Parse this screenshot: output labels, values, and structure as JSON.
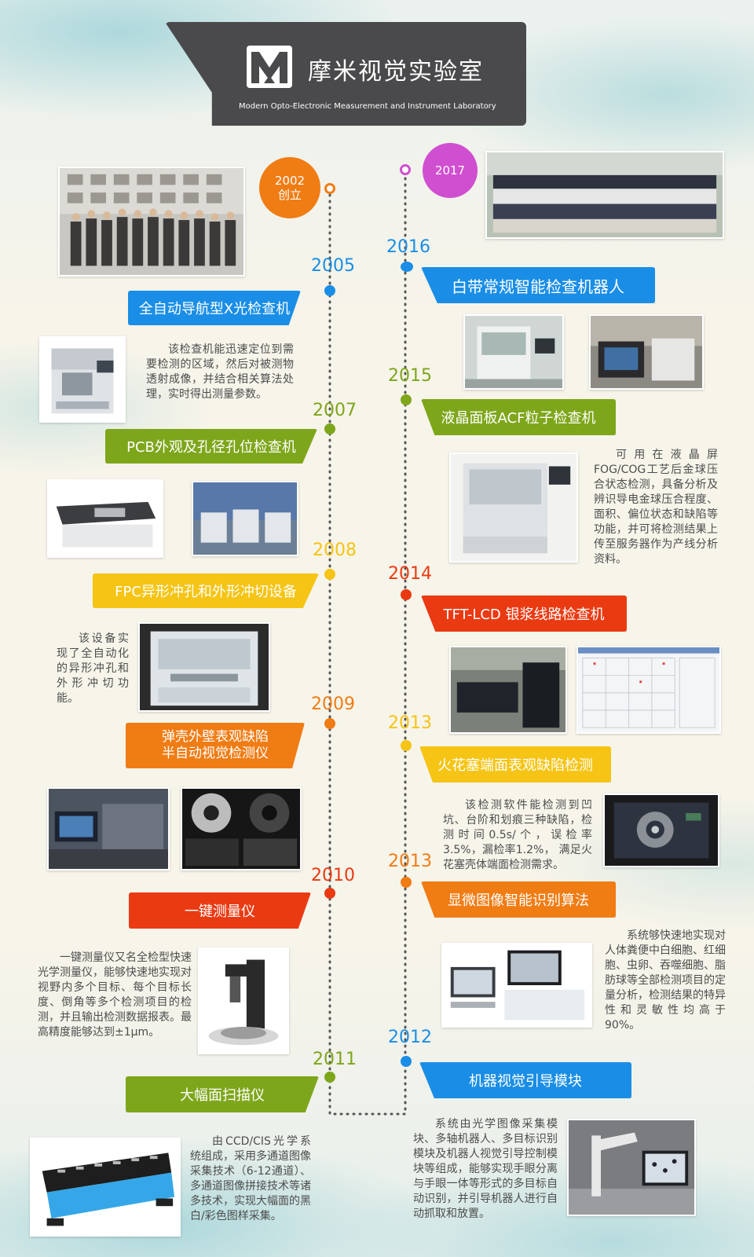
{
  "header": {
    "title": "摩米视觉实验室",
    "subtitle": "Modern Opto-Electronic Measurement and Instrument Laboratory"
  },
  "colors": {
    "blue": "#1a8ee6",
    "olive": "#7ea61b",
    "yellow": "#f5c414",
    "orange": "#f07c14",
    "red": "#ea3a12",
    "magenta": "#d04fd0"
  },
  "milestones": {
    "founded": {
      "year": "2002",
      "label": "创立"
    },
    "y2017": {
      "year": "2017"
    },
    "y2005": {
      "year": "2005",
      "title": "全自动导航型X光检查机",
      "desc": "该检查机能迅速定位到需要检测的区域，然后对被测物透射成像，并结合相关算法处理，实时得出测量参数。"
    },
    "y2007": {
      "year": "2007",
      "title": "PCB外观及孔径孔位检查机"
    },
    "y2008": {
      "year": "2008",
      "title": "FPC异形冲孔和外形冲切设备",
      "desc": "该设备实现了全自动化的异形冲孔和外形冲切功能。"
    },
    "y2009": {
      "year": "2009",
      "title_line1": "弹壳外壁表观缺陷",
      "title_line2": "半自动视觉检测仪"
    },
    "y2010": {
      "year": "2010",
      "title": "一键测量仪",
      "desc": "一键测量仪又名全检型快速光学测量仪，能够快速地实现对视野内多个目标、每个目标长度、倒角等多个检测项目的检测，并且输出检测数据报表。最高精度能够达到±1μm。"
    },
    "y2011": {
      "year": "2011",
      "title": "大幅面扫描仪",
      "desc": "由CCD/CIS光学系统组成，采用多通道图像采集技术（6-12通道）、多通道图像拼接技术等诸多技术，实现大幅面的黑白/彩色图样采集。"
    },
    "y2016": {
      "year": "2016",
      "title": "白带常规智能检查机器人"
    },
    "y2015": {
      "year": "2015",
      "title": "液晶面板ACF粒子检查机",
      "desc": "可用在液晶屏FOG/COG工艺后金球压合状态检测，具备分析及辨识导电金球压合程度、面积、偏位状态和缺陷等功能，并可将检测结果上传至服务器作为产线分析资料。"
    },
    "y2014": {
      "year": "2014",
      "title": "TFT-LCD 银浆线路检查机"
    },
    "y2013a": {
      "year": "2013",
      "title": "火花塞端面表观缺陷检测",
      "desc": "该检测软件能检测到凹坑、台阶和划痕三种缺陷，检测时间0.5s/个，误检率3.5%，漏检率1.2%， 满足火花塞壳体端面检测需求。"
    },
    "y2013b": {
      "year": "2013",
      "title": "显微图像智能识别算法",
      "desc": "系统够快速地实现对人体粪便中白细胞、红细胞、虫卵、吞噬细胞、脂肪球等全部检测项目的定量分析，检测结果的特异性和灵敏性均高于90%。"
    },
    "y2012": {
      "year": "2012",
      "title": "机器视觉引导模块",
      "desc": "系统由光学图像采集模块、多轴机器人、多目标识别模块及机器人视觉引导控制模块等组成，能够实现手眼分离与手眼一体等形式的多目标自动识别，并引导机器人进行自动抓取和放置。"
    }
  }
}
